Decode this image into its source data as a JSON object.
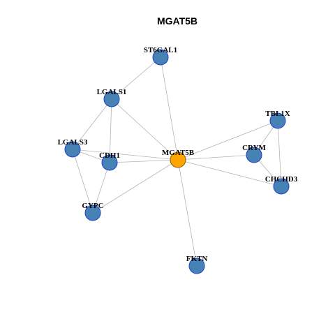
{
  "title": "MGAT5B",
  "colors": {
    "background": "#ffffff",
    "edge": "#b3b3b3",
    "node_fill": "#4682b4",
    "node_stroke": "#1f3fcf",
    "hub_fill": "#ffa500",
    "hub_stroke": "#8a5a00"
  },
  "network": {
    "hub": "MGAT5B",
    "nodes": [
      {
        "id": "ST6GAL1",
        "label": "ST6GAL1"
      },
      {
        "id": "LGALS1",
        "label": "LGALS1"
      },
      {
        "id": "LGALS3",
        "label": "LGALS3"
      },
      {
        "id": "CDH1",
        "label": "CDH1"
      },
      {
        "id": "MGAT5B",
        "label": "MGAT5B"
      },
      {
        "id": "GYPC",
        "label": "GYPC"
      },
      {
        "id": "TBL1X",
        "label": "TBL1X"
      },
      {
        "id": "CRYM",
        "label": "CRYM"
      },
      {
        "id": "CHCHD3",
        "label": "CHCHD3"
      },
      {
        "id": "FKTN",
        "label": "FKTN"
      }
    ],
    "edges": [
      [
        "MGAT5B",
        "ST6GAL1"
      ],
      [
        "MGAT5B",
        "LGALS1"
      ],
      [
        "MGAT5B",
        "LGALS3"
      ],
      [
        "MGAT5B",
        "CDH1"
      ],
      [
        "MGAT5B",
        "GYPC"
      ],
      [
        "MGAT5B",
        "TBL1X"
      ],
      [
        "MGAT5B",
        "CRYM"
      ],
      [
        "MGAT5B",
        "CHCHD3"
      ],
      [
        "MGAT5B",
        "FKTN"
      ],
      [
        "ST6GAL1",
        "LGALS1"
      ],
      [
        "LGALS1",
        "LGALS3"
      ],
      [
        "LGALS1",
        "CDH1"
      ],
      [
        "LGALS3",
        "CDH1"
      ],
      [
        "LGALS3",
        "GYPC"
      ],
      [
        "CDH1",
        "GYPC"
      ],
      [
        "TBL1X",
        "CRYM"
      ],
      [
        "TBL1X",
        "CHCHD3"
      ],
      [
        "CRYM",
        "CHCHD3"
      ]
    ]
  }
}
